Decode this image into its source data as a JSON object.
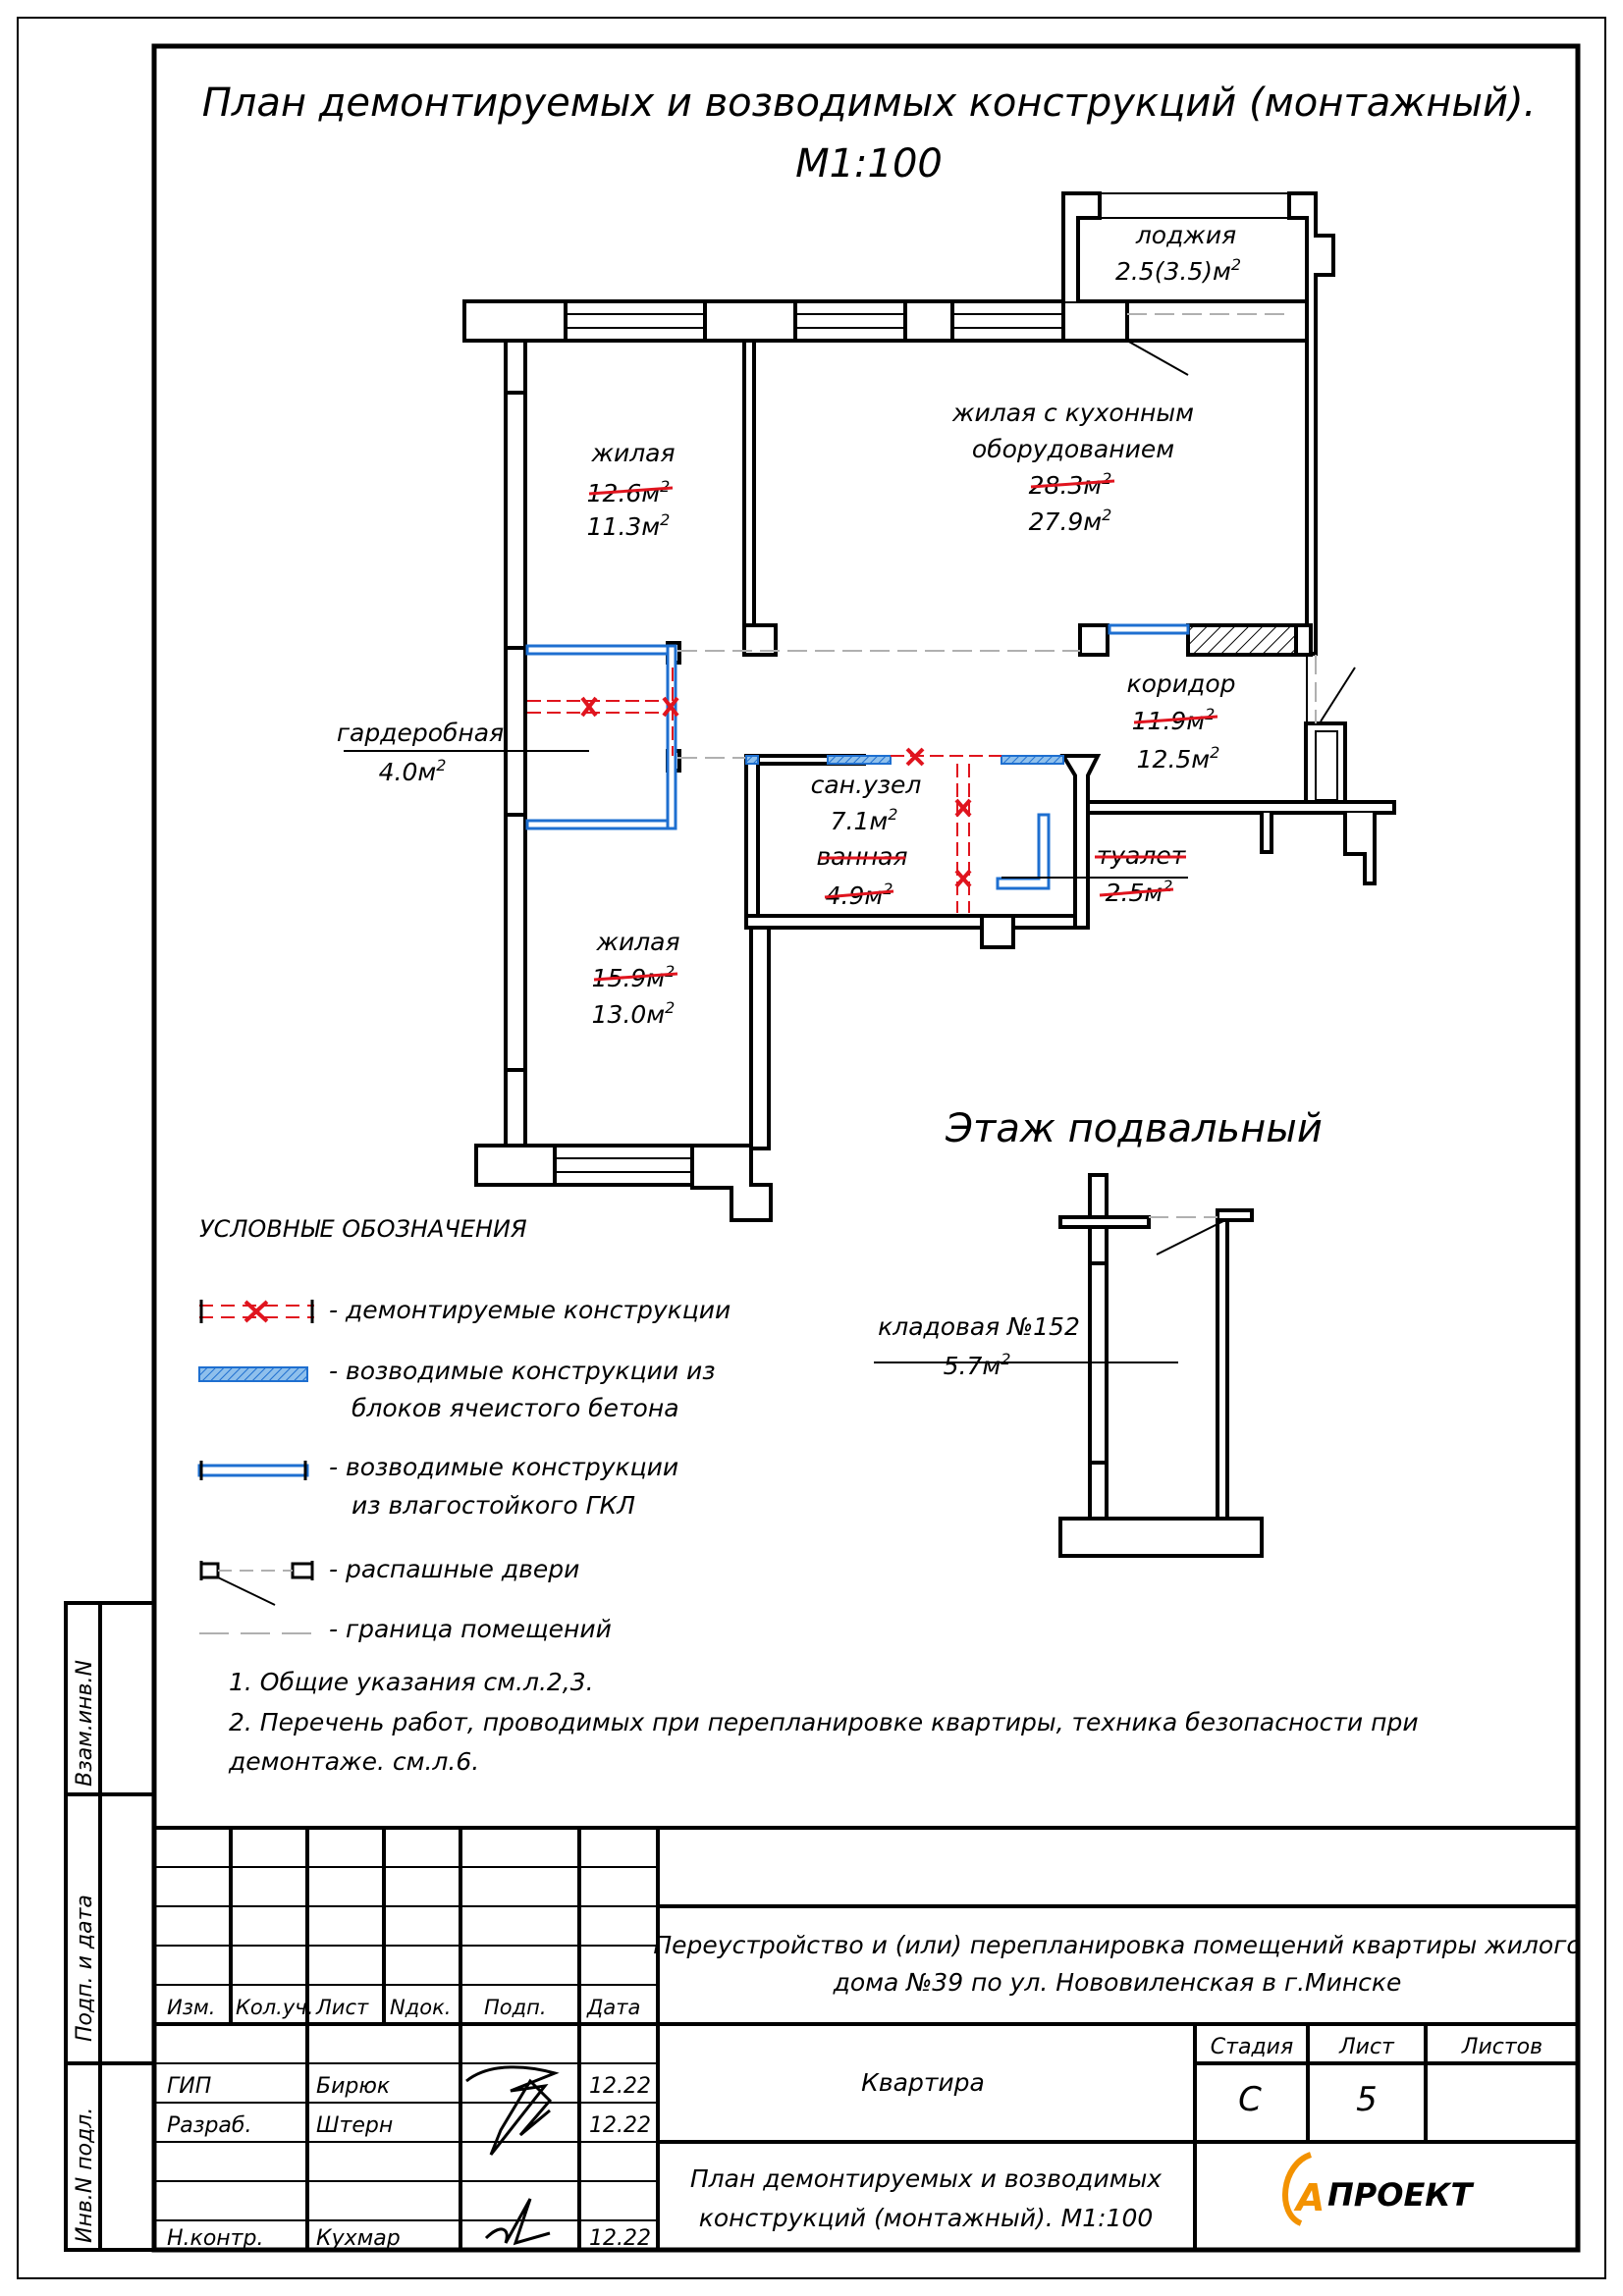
{
  "title": {
    "line1": "План демонтируемых и возводимых конструкций (монтажный).",
    "line2": "М1:100"
  },
  "rooms": {
    "loggia": {
      "name": "лоджия",
      "area": "2.5(3.5)м",
      "sup": "2"
    },
    "living1": {
      "name": "жилая",
      "old_area": "12.6м",
      "new_area": "11.3м",
      "sup": "2"
    },
    "kitchen_living": {
      "name1": "жилая с кухонным",
      "name2": "оборудованием",
      "old_area": "28.3м",
      "new_area": "27.9м",
      "sup": "2"
    },
    "wardrobe": {
      "name": "гардеробная",
      "area": "4.0м",
      "sup": "2"
    },
    "corridor": {
      "name": "коридор",
      "old_area": "11.9м",
      "new_area": "12.5м",
      "sup": "2"
    },
    "bathroom_unit": {
      "name": "сан.узел",
      "area": "7.1м",
      "old_name": "ванная",
      "old_area": "4.9м",
      "sup": "2"
    },
    "toilet": {
      "old_name": "туалет",
      "old_area": "2.5м",
      "sup": "2"
    },
    "living2": {
      "name": "жилая",
      "old_area": "15.9м",
      "new_area": "13.0м",
      "sup": "2"
    }
  },
  "basement": {
    "title": "Этаж подвальный",
    "storage_name": "кладовая №152",
    "storage_area": "5.7м",
    "sup": "2"
  },
  "legend": {
    "title": "УСЛОВНЫЕ ОБОЗНАЧЕНИЯ",
    "items": [
      {
        "line1": "- демонтируемые конструкции",
        "line2": ""
      },
      {
        "line1": "- возводимые конструкции из",
        "line2": "блоков ячеистого бетона"
      },
      {
        "line1": "- возводимые конструкции",
        "line2": "из влагостойкого ГКЛ"
      },
      {
        "line1": "- распашные двери",
        "line2": ""
      },
      {
        "line1": "- граница помещений",
        "line2": ""
      }
    ]
  },
  "notes": {
    "n1": "1. Общие указания см.л.2,3.",
    "n2a": "2. Перечень работ, проводимых при перепланировке квартиры, техника безопасности при",
    "n2b": "демонтаже. см.л.6."
  },
  "margin_labels": {
    "vzam": "Взам.инв.N",
    "podp": "Подп. и дата",
    "inv": "Инв.N подл."
  },
  "stamp": {
    "headers": [
      "Изм.",
      "Кол.уч.",
      "Лист",
      "Nдок.",
      "Подп.",
      "Дата"
    ],
    "rows": [
      {
        "role": "ГИП",
        "name": "Бирюк",
        "date": "12.22"
      },
      {
        "role": "Разраб.",
        "name": "Штерн",
        "date": "12.22"
      },
      {
        "role": "",
        "name": "",
        "date": ""
      },
      {
        "role": "Н.контр.",
        "name": "Кухмар",
        "date": "12.22"
      }
    ],
    "project_line1": "Переустройство и (или) перепланировка помещений квартиры жилого",
    "project_line2": "дома №39 по ул. Нововиленская в г.Минске",
    "object": "Квартира",
    "stage_h": "Стадия",
    "sheet_h": "Лист",
    "sheets_h": "Листов",
    "stage": "С",
    "sheet": "5",
    "sheets": "",
    "drawing_line1": "План демонтируемых и возводимых",
    "drawing_line2": "конструкций (монтажный). М1:100",
    "company": "ПРОЕКТ",
    "company_letter": "А"
  },
  "colors": {
    "line": "#000000",
    "demolish": "#e0141e",
    "new_wall": "#1e6fd0"
  }
}
